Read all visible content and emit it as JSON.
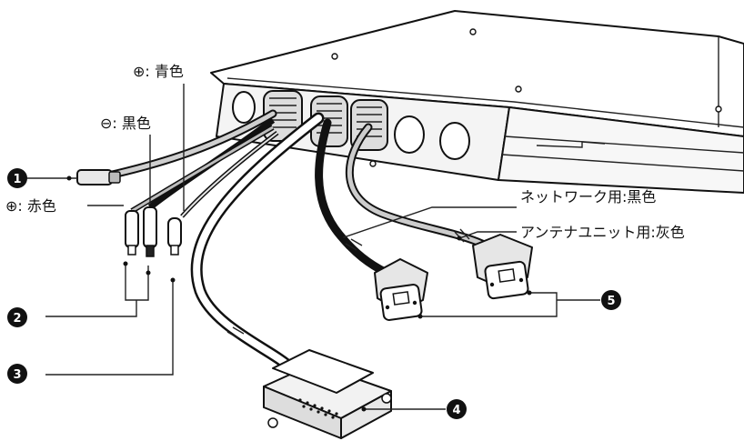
{
  "labels": {
    "plus_blue": "⊕: 青色",
    "minus_black": "⊖: 黒色",
    "plus_red": "⊕: 赤色",
    "network": "ネットワーク用:黒色",
    "antenna": "アンテナユニット用:灰色"
  },
  "callouts": {
    "c1": "1",
    "c2": "2",
    "c3": "3",
    "c4": "4",
    "c5": "5"
  }
}
